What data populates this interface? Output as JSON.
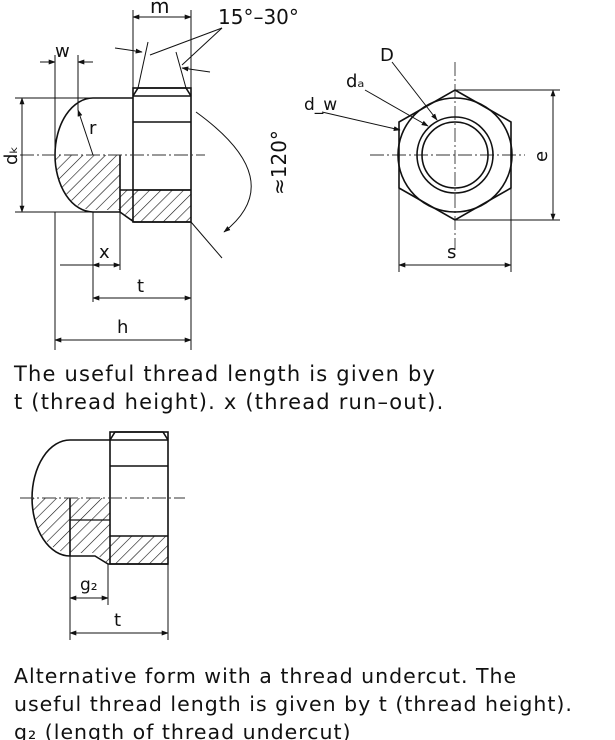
{
  "figure_1": {
    "labels": {
      "m": "m",
      "angle_range": "15°–30°",
      "w": "w",
      "r": "r",
      "dk": "dₖ",
      "approx_120": "≈120°",
      "x": "x",
      "t": "t",
      "h": "h",
      "D": "D",
      "da": "dₐ",
      "dw": "d_w",
      "e": "e",
      "s": "s"
    },
    "caption": {
      "line1": "The useful thread length is given by",
      "line2": "t (thread height). x (thread run–out)."
    }
  },
  "figure_2": {
    "labels": {
      "g2": "g₂",
      "t": "t"
    },
    "caption": {
      "line1": "Alternative form with a thread undercut. The",
      "line2": "useful thread length is given by t (thread height).",
      "line3": "g₂ (length of thread undercut)"
    }
  },
  "colors": {
    "line": "#111111",
    "center_line": "#333333",
    "background": "#ffffff"
  }
}
